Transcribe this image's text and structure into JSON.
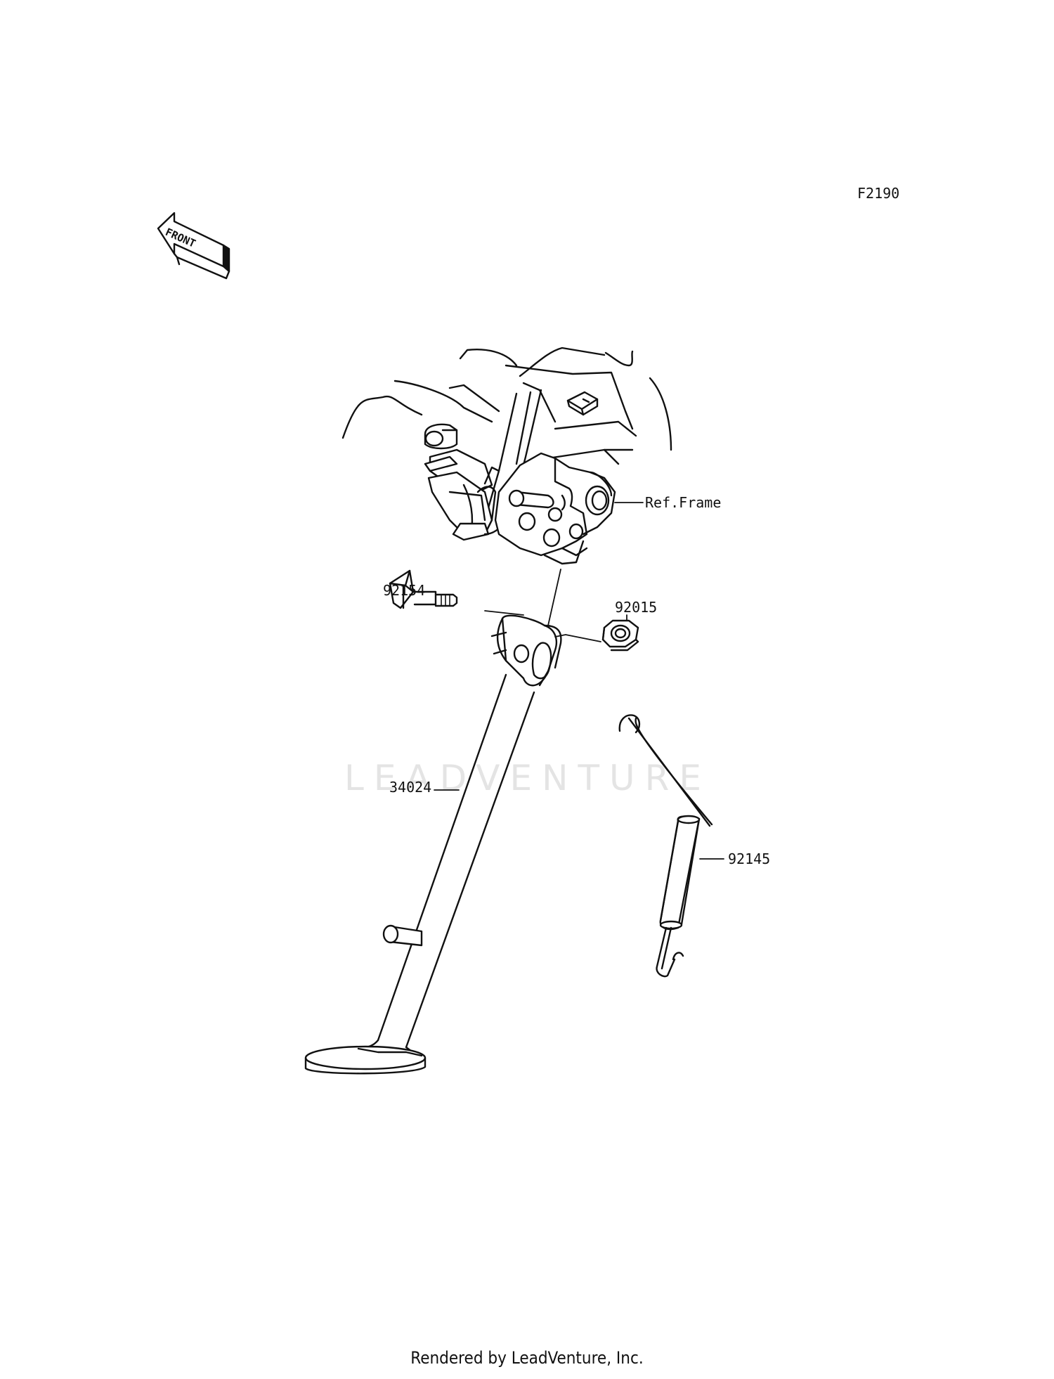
{
  "diagram": {
    "code": "F2190",
    "front_arrow_text": "FRONT",
    "watermark": "LEADVENTURE",
    "callouts": [
      {
        "id": "ref-frame",
        "text": "Ref.Frame"
      },
      {
        "id": "bolt",
        "text": "92154"
      },
      {
        "id": "nut",
        "text": "92015"
      },
      {
        "id": "stand",
        "text": "34024"
      },
      {
        "id": "spring",
        "text": "92145"
      }
    ],
    "footer": "Rendered by LeadVenture, Inc."
  },
  "colors": {
    "line": "#111111",
    "watermark": "#e4e4e4",
    "background": "#ffffff"
  }
}
